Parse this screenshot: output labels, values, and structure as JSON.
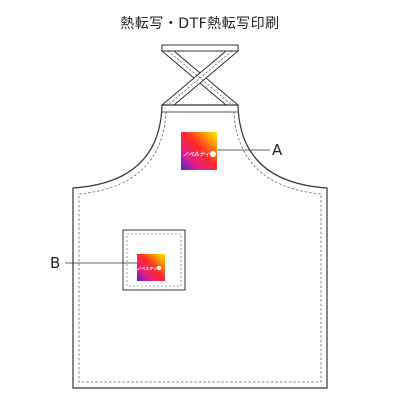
{
  "title": "熱転写・DTF熱転写印刷",
  "placements": [
    {
      "id": "A",
      "label": "A"
    },
    {
      "id": "B",
      "label": "B"
    }
  ],
  "logo": {
    "text": "ノベルティー"
  },
  "colors": {
    "outline": "#333333",
    "fabric": "#ffffff"
  }
}
